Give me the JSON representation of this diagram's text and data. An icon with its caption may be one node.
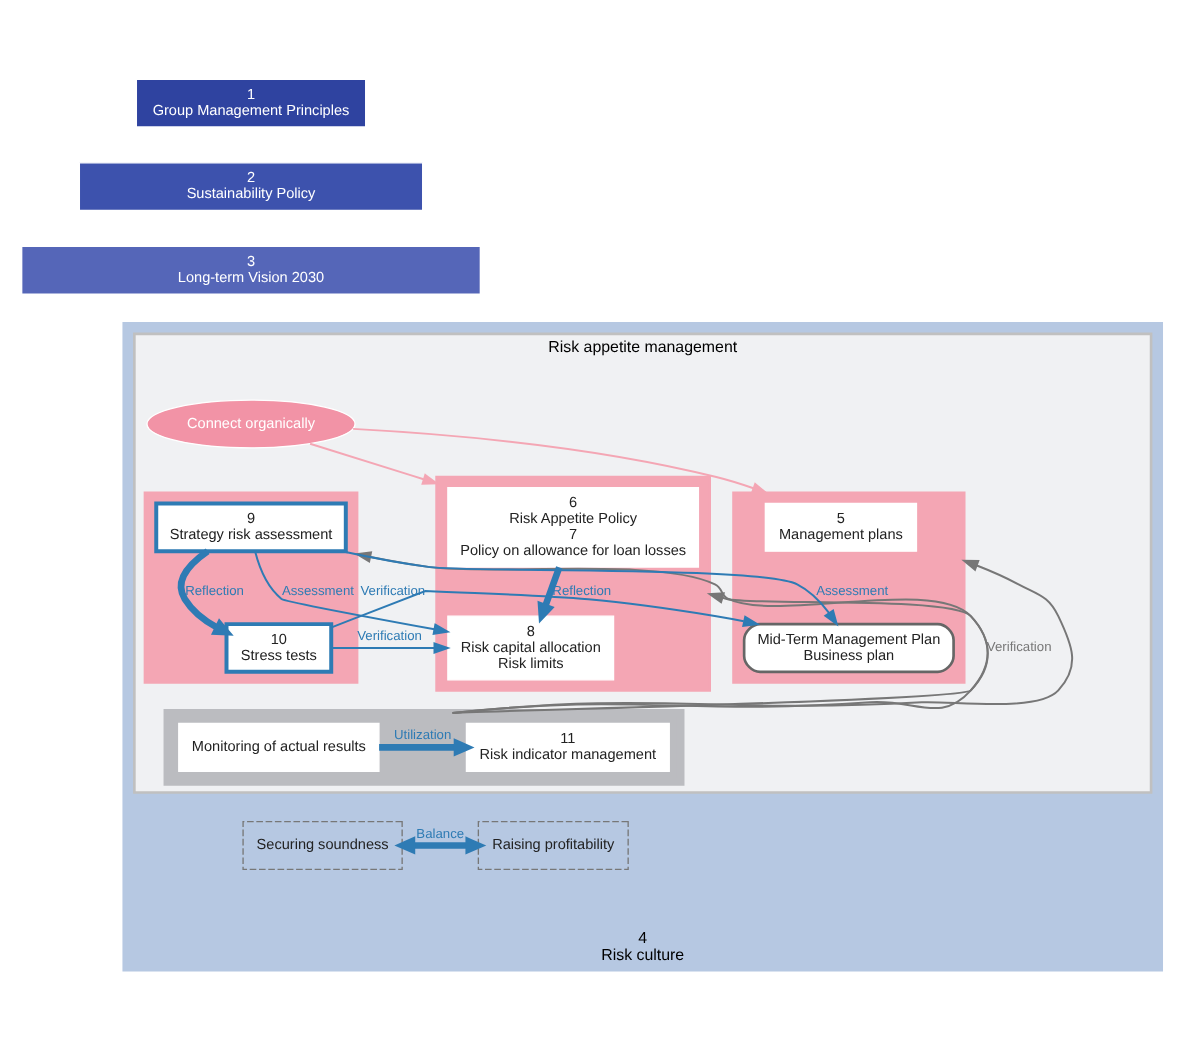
{
  "diagram": {
    "nodes": [
      {
        "text": [
          "1",
          "Group Management Principles"
        ]
      },
      {
        "text": [
          "2",
          "Sustainability Policy"
        ]
      },
      {
        "text": [
          "3",
          "Long-term Vision 2030"
        ]
      },
      {
        "text": [
          "4",
          "Risk culture"
        ]
      },
      {
        "text": [
          "Risk appetite management"
        ],
        "in": 3
      },
      {
        "text": [],
        "shape": "box",
        "in": 4
      },
      {
        "text": [
          "5",
          "Management plans"
        ],
        "in": 5
      },
      {
        "text": [
          "Mid-Term Management Plan",
          "Business plan"
        ],
        "in": 5
      },
      {
        "text": [
          "Connect organically"
        ],
        "in": 4
      },
      {
        "text": [],
        "shape": "box",
        "in": 4
      },
      {
        "text": [
          "9",
          "Strategy risk assessment"
        ],
        "in": 9
      },
      {
        "text": [
          "10",
          "Stress tests"
        ],
        "in": 9
      },
      {
        "text": [],
        "shape": "box",
        "in": 4
      },
      {
        "text": [
          "6",
          "Risk Appetite Policy",
          "7",
          "Policy on allowance for loan losses"
        ],
        "in": 12
      },
      {
        "text": [
          "8",
          "Risk capital allocation",
          "Risk limits"
        ],
        "in": 12
      },
      {
        "text": [],
        "shape": "bar",
        "in": 4
      },
      {
        "text": [
          "Monitoring of actual results"
        ],
        "in": 15
      },
      {
        "text": [
          "11",
          "Risk indicator management"
        ],
        "in": 15
      },
      {
        "text": [
          "Securing soundness"
        ],
        "in": 3
      },
      {
        "text": [
          "Raising profitability"
        ],
        "in": 3
      }
    ],
    "edges": [
      {
        "from": 8,
        "to": 12,
        "arrow": "to",
        "color": "#f4a6b4"
      },
      {
        "from": 8,
        "to": 5,
        "arrow": "to",
        "color": "#f4a6b4"
      },
      {
        "from": 10,
        "to": 7,
        "arrow": "to",
        "label": "Assessment"
      },
      {
        "from": 10,
        "to": 14,
        "arrow": "to",
        "label": "Assessment"
      },
      {
        "from": 10,
        "to": 11,
        "arrow": "to",
        "label": "Reflection",
        "style": "thick"
      },
      {
        "from": 11,
        "to": 7,
        "arrow": "to",
        "label": "Verification"
      },
      {
        "from": 11,
        "to": 14,
        "arrow": "to",
        "label": "Verification"
      },
      {
        "from": 13,
        "to": 14,
        "arrow": "to",
        "label": "Reflection",
        "style": "thick"
      },
      {
        "from": 16,
        "to": 17,
        "arrow": "to",
        "label": "Utilization",
        "style": "thick"
      },
      {
        "from": 15,
        "to": 5,
        "arrow": "to",
        "color": "#777777"
      },
      {
        "from": 15,
        "to": 9,
        "arrow": "to",
        "label": "Verification",
        "color": "#777777"
      },
      {
        "from": 15,
        "to": 12,
        "arrow": "to",
        "color": "#777777"
      },
      {
        "from": 18,
        "to": 19,
        "arrow": "both",
        "label": "Balance",
        "style": "thick"
      }
    ]
  }
}
